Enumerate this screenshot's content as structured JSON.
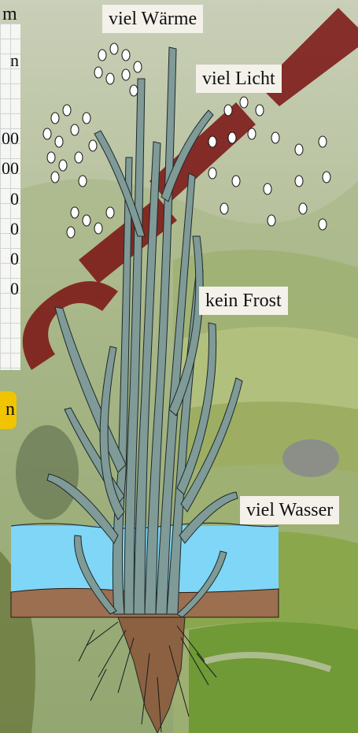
{
  "labels": {
    "warmth": "viel Wärme",
    "light": "viel Licht",
    "frost": "kein Frost",
    "water": "viel Wasser"
  },
  "left_table": {
    "header_fragment": "m",
    "row_fragment_1": "n",
    "value_fragments": [
      "00",
      "00",
      "0",
      "0",
      "0",
      "0"
    ],
    "tab_fragment": "n"
  },
  "colors": {
    "plant": "#7f9a97",
    "plant_outline": "#1c2a2a",
    "water": "#7fd6f6",
    "soil": "#9b6f50",
    "roots": "#8a5a3c",
    "tab": "#f1c400",
    "watermark": "#7a1212"
  }
}
